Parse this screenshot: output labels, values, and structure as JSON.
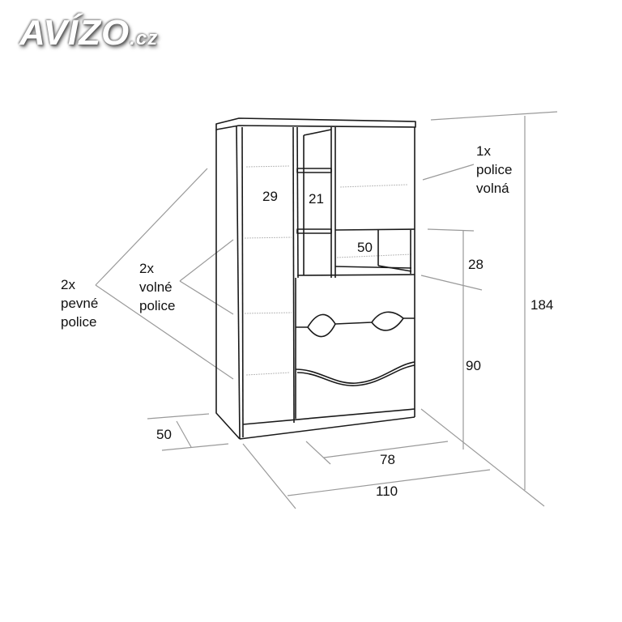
{
  "logo": {
    "brand": "AVÍZO",
    "suffix": ".cz"
  },
  "labels": {
    "top_right": [
      "1x",
      "police",
      "volná"
    ],
    "height_total": "184",
    "niche_height": "28",
    "drawers_height": "90",
    "inner_width": "78",
    "total_width": "110",
    "depth": "50",
    "loose_shelves": [
      "2x",
      "volné",
      "police"
    ],
    "fixed_shelves": [
      "2x",
      "pevné",
      "police"
    ],
    "left_door_width": "29",
    "middle_width": "21",
    "niche_width": "50"
  },
  "colors": {
    "line": "#1a1a1a",
    "dim": "#9a9a9a"
  }
}
